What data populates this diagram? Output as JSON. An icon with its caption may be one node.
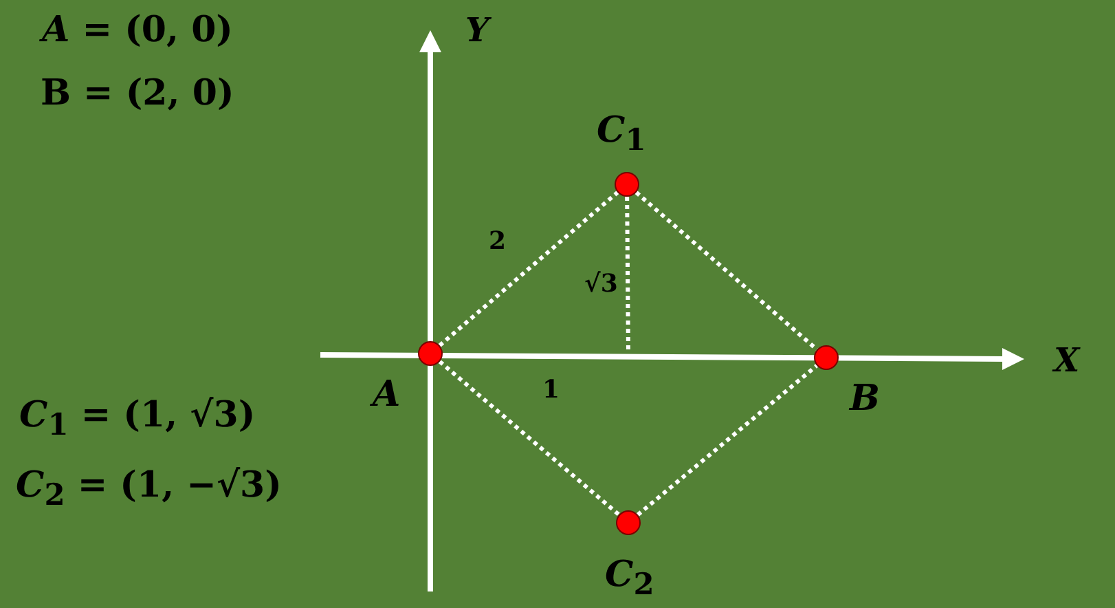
{
  "diagram": {
    "nodes": [
      {
        "text": [],
        "shape": "circle",
        "beside": [
          "A"
        ]
      },
      {
        "text": [],
        "shape": "circle",
        "beside": [
          "B"
        ]
      },
      {
        "text": [],
        "shape": "circle",
        "beside": [
          "*C*$_{1}$"
        ]
      },
      {
        "text": [],
        "shape": "circle",
        "beside": [
          "*C*$_{2}$"
        ]
      }
    ],
    "edges": [
      {
        "from": 0,
        "to": 2,
        "arrow": "none",
        "style": "dashed",
        "label": "2"
      },
      {
        "from": 2,
        "to": 1,
        "arrow": "none",
        "style": "dashed"
      },
      {
        "from": 0,
        "to": 3,
        "arrow": "none",
        "style": "dashed"
      },
      {
        "from": 3,
        "to": 1,
        "arrow": "none",
        "style": "dashed"
      },
      {
        "from": 2,
        "to": null,
        "arrow": "none",
        "style": "dashed",
        "label": "√3"
      }
    ],
    "labels": [
      "*A* = (0, 0)",
      "B = (2, 0)",
      "Y",
      "X",
      "1",
      "*C*$_{1}$ = (1, √3)",
      "*C*$_{2}$ = (1, −√3)"
    ]
  }
}
